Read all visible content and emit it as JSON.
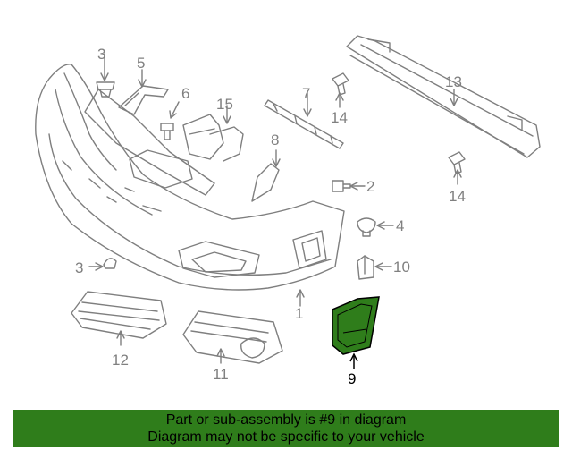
{
  "diagram": {
    "callouts": [
      {
        "id": "1",
        "label": "1"
      },
      {
        "id": "2",
        "label": "2"
      },
      {
        "id": "3a",
        "label": "3"
      },
      {
        "id": "3b",
        "label": "3"
      },
      {
        "id": "4",
        "label": "4"
      },
      {
        "id": "5",
        "label": "5"
      },
      {
        "id": "6",
        "label": "6"
      },
      {
        "id": "7",
        "label": "7"
      },
      {
        "id": "8",
        "label": "8"
      },
      {
        "id": "9",
        "label": "9"
      },
      {
        "id": "10",
        "label": "10"
      },
      {
        "id": "11",
        "label": "11"
      },
      {
        "id": "12",
        "label": "12"
      },
      {
        "id": "13",
        "label": "13"
      },
      {
        "id": "14a",
        "label": "14"
      },
      {
        "id": "14b",
        "label": "14"
      },
      {
        "id": "15",
        "label": "15"
      }
    ],
    "highlight_part": "9",
    "colors": {
      "line": "#7f7f7f",
      "highlight_fill": "#2f7d1b",
      "highlight_stroke": "#000000"
    }
  },
  "banner": {
    "line1": "Part or sub-assembly is #9 in diagram",
    "line2": "Diagram may not be specific to your vehicle",
    "color": "#2f7d1b"
  }
}
